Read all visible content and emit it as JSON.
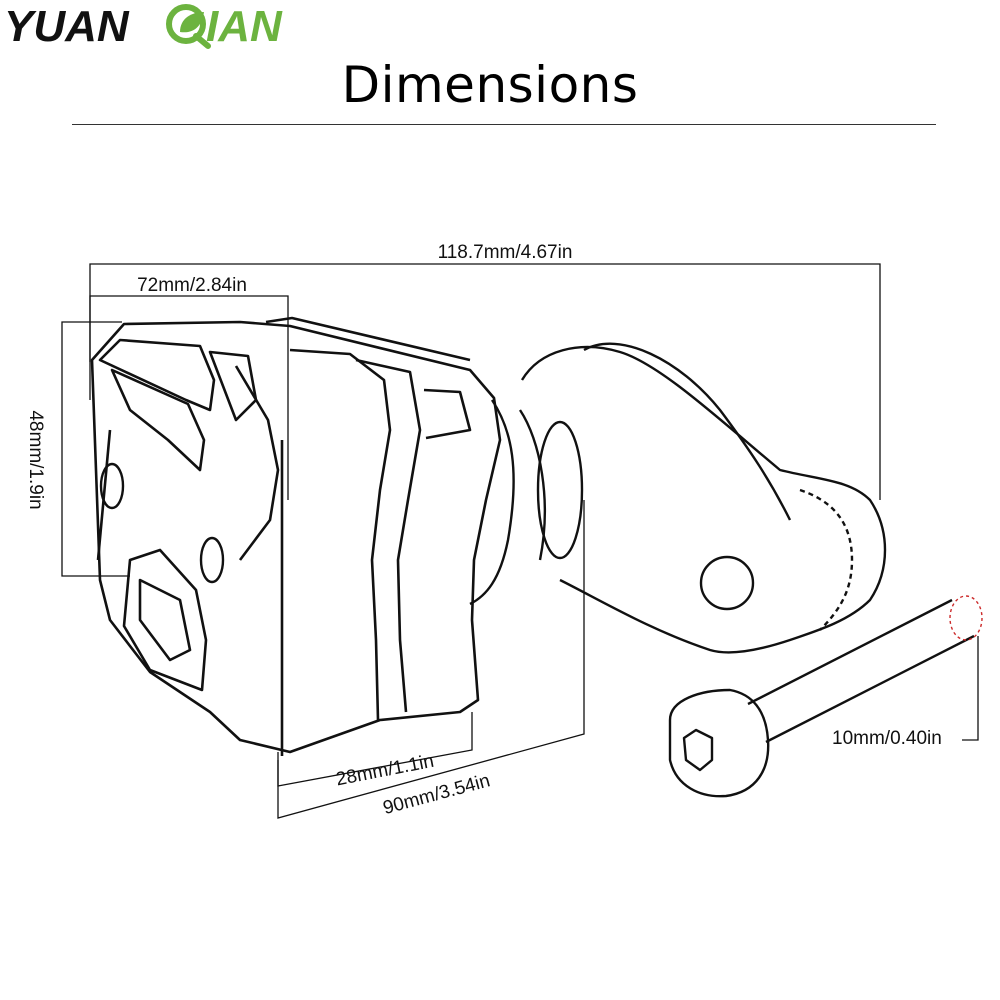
{
  "brand": {
    "logo_text": "YUANQIAN",
    "accent": "#6cb33f",
    "text_color": "#111111"
  },
  "heading": {
    "title": "Dimensions"
  },
  "dimensions": {
    "overall_length": "118.7mm/4.67in",
    "body_length": "72mm/2.84in",
    "height": "48mm/1.9in",
    "slider_depth": "28mm/1.1in",
    "total_depth": "90mm/3.54in",
    "bolt_diameter": "10mm/0.40in"
  },
  "colors": {
    "line": "#111111",
    "dashed_circle": "#cc2a2a"
  }
}
